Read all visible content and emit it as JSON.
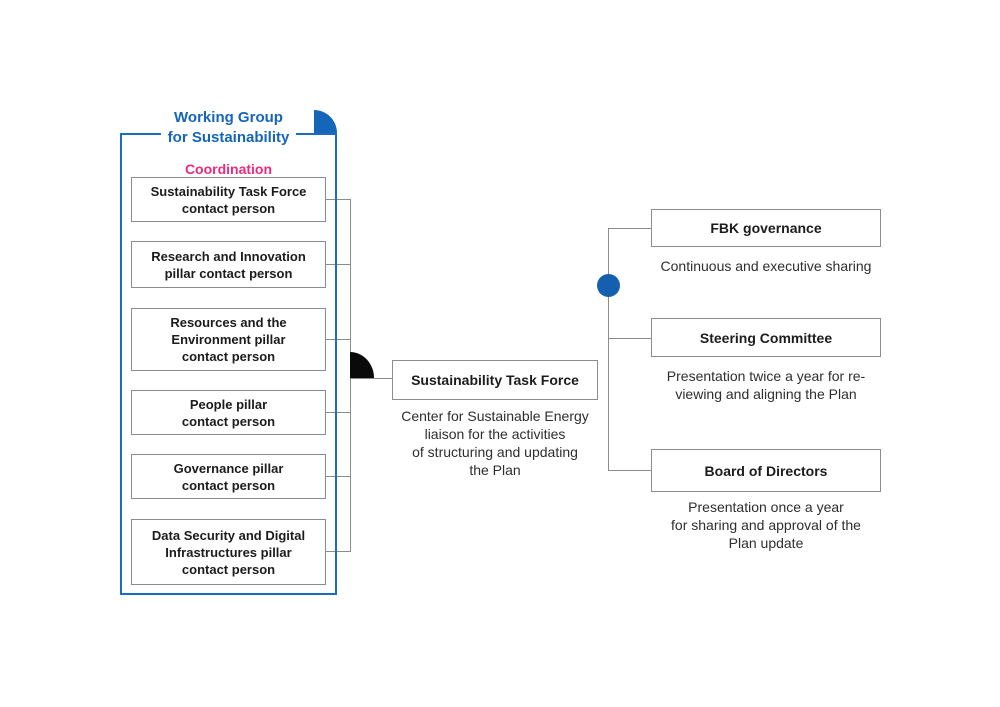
{
  "colors": {
    "blue_accent": "#1565b8",
    "pink_accent": "#ee2a7b",
    "line_gray": "#8c8c8c",
    "black_shape": "#0a0a0a"
  },
  "working_group": {
    "title": "Working Group\nfor Sustainability",
    "coordination_label": "Coordination",
    "members": [
      {
        "label": "Sustainability Task Force\ncontact person"
      },
      {
        "label": "Research and Innovation\npillar contact person"
      },
      {
        "label": "Resources and the\nEnvironment pillar\ncontact person"
      },
      {
        "label": "People pillar\ncontact person"
      },
      {
        "label": "Governance pillar\ncontact person"
      },
      {
        "label": "Data Security and Digital\nInfrastructures pillar\ncontact person"
      }
    ]
  },
  "task_force": {
    "title": "Sustainability Task Force",
    "description": "Center for Sustainable Energy\nliaison for the activities\nof structuring and updating\nthe Plan"
  },
  "governance": [
    {
      "title": "FBK governance",
      "description": "Continuous and executive sharing"
    },
    {
      "title": "Steering Committee",
      "description": "Presentation twice a year for re-\nviewing and aligning the Plan"
    },
    {
      "title": "Board of Directors",
      "description": "Presentation once a year\nfor sharing and approval of the\nPlan update"
    }
  ]
}
